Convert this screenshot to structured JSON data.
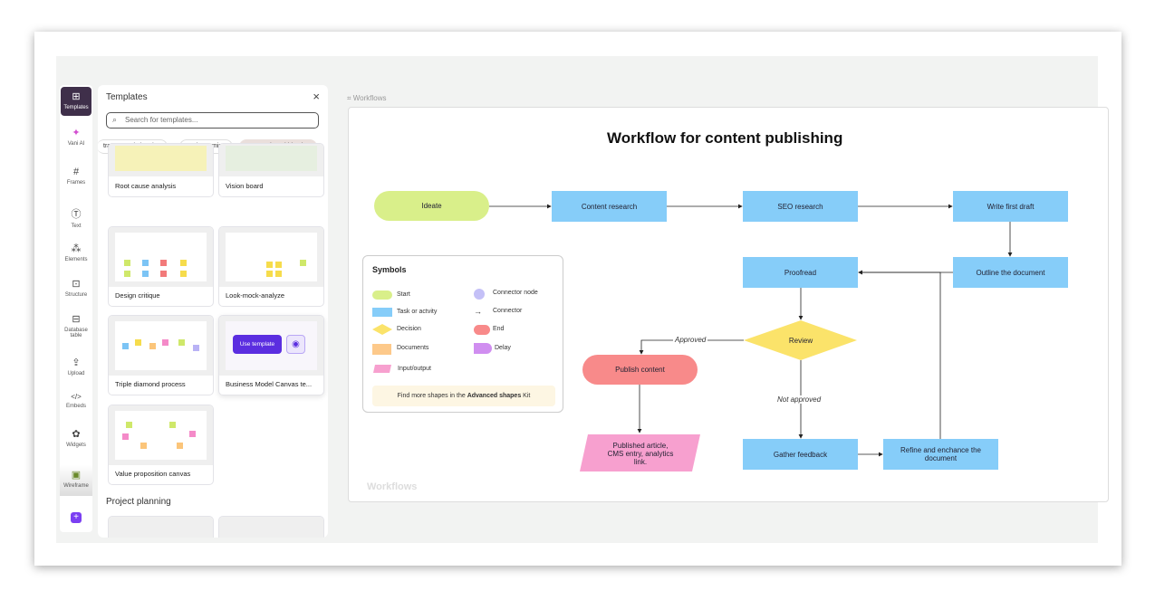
{
  "sidebar": {
    "items": [
      {
        "label": "Templates",
        "icon": "templates-icon",
        "glyph": "⊞"
      },
      {
        "label": "Vani AI",
        "icon": "sparkle-icon",
        "glyph": "✦"
      },
      {
        "label": "Frames",
        "icon": "frame-icon",
        "glyph": "#"
      },
      {
        "label": "Text",
        "icon": "text-icon",
        "glyph": "Ⓣ"
      },
      {
        "label": "Elements",
        "icon": "elements-icon",
        "glyph": "⁂"
      },
      {
        "label": "Structure",
        "icon": "structure-icon",
        "glyph": "⊡"
      },
      {
        "label": "Database table",
        "icon": "database-table-icon",
        "glyph": "⊟"
      },
      {
        "label": "Upload",
        "icon": "upload-icon",
        "glyph": "⇪"
      },
      {
        "label": "Embeds",
        "icon": "embeds-icon",
        "glyph": "</>"
      },
      {
        "label": "Widgets",
        "icon": "widgets-icon",
        "glyph": "✿"
      },
      {
        "label": "Wireframe",
        "icon": "wireframe-icon",
        "glyph": "▣"
      }
    ],
    "add": "+"
  },
  "panel": {
    "title": "Templates",
    "close": "×",
    "search_placeholder": "Search for templates...",
    "chips": [
      "trategy and planning",
      "Brainstorming",
      "Research and ideation"
    ],
    "cards": [
      "Root cause analysis",
      "Vision board",
      "Design critique",
      "Look-mock-analyze",
      "Triple diamond process",
      "Business Model Canvas te...",
      "Value proposition canvas"
    ],
    "use_template": "Use template",
    "section": "Project planning"
  },
  "canvas": {
    "tab": "⌗ Workflows",
    "watermark": "Workflows",
    "title": "Workflow for content publishing",
    "nodes": {
      "ideate": "Ideate",
      "content_research": "Content research",
      "seo_research": "SEO research",
      "write_first_draft": "Write first draft",
      "outline": "Outline the document",
      "proofread": "Proofread",
      "review": "Review",
      "publish": "Publish content",
      "published": "Published article, CMS entry, analytics link.",
      "gather": "Gather feedback",
      "refine": "Refine and enchance the document"
    },
    "edges": {
      "approved": "Approved",
      "not_approved": "Not approved"
    },
    "symbols": {
      "title": "Symbols",
      "start": "Start",
      "task": "Task or actvity",
      "decision": "Decision",
      "documents": "Documents",
      "io": "Input/output",
      "connector_node": "Connector node",
      "connector": "Connector",
      "end": "End",
      "delay": "Delay",
      "foot_pre": "Find more shapes in the ",
      "foot_bold": "Advanced shapes",
      "foot_post": " Kit"
    }
  },
  "colors": {
    "start": "#d9ef8a",
    "task": "#86cdf9",
    "decision": "#fbe36a",
    "end": "#f88a8a",
    "io": "#f7a0cf",
    "accent": "#5b2ee0"
  }
}
